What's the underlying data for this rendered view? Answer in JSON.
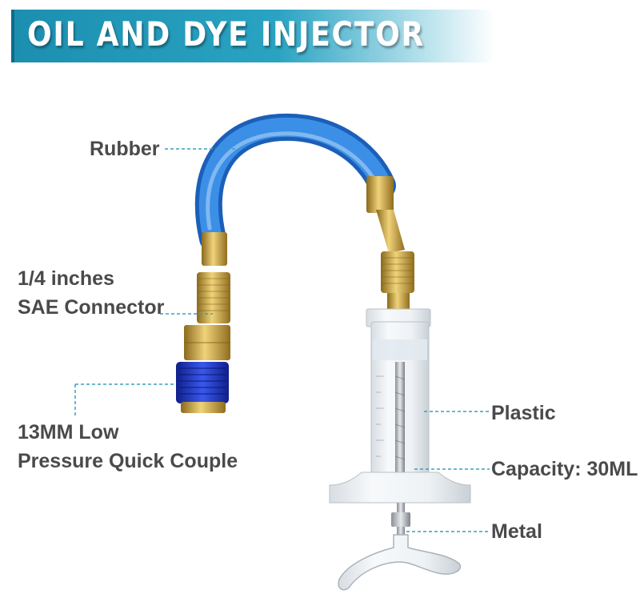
{
  "title": "OIL AND DYE INJECTOR",
  "labels": {
    "rubber": "Rubber",
    "sae_line1": "1/4 inches",
    "sae_line2": "SAE Connector",
    "coupler_line1": "13MM Low",
    "coupler_line2": "Pressure Quick Couple",
    "plastic": "Plastic",
    "capacity": "Capacity: 30ML",
    "metal": "Metal"
  },
  "colors": {
    "banner": "#2aa3c2",
    "hose": "#2f7fd8",
    "brass": "#c9a23c",
    "coupler_blue": "#1a35c9",
    "leader": "#3a9fb8",
    "label_text": "#4a4a4a"
  }
}
